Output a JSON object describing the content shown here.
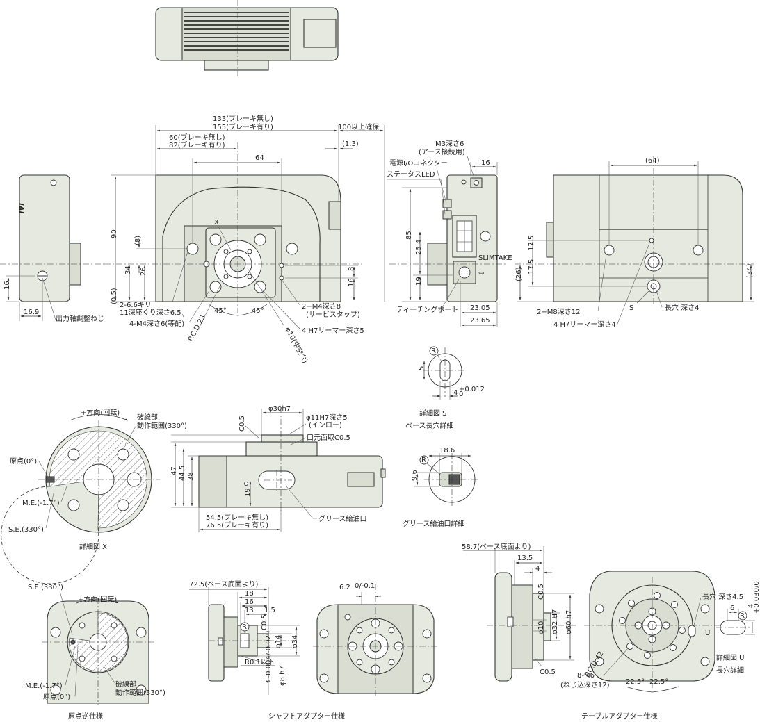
{
  "dims_main": {
    "overall_no_brake": "133(ブレーキ無し)",
    "overall_brake": "155(ブレーキ有り)",
    "clearance": "100以上確保",
    "d60": "60(ブレーキ無し)",
    "d82": "82(ブレーキ有り)",
    "d1_3": "(1.3)",
    "d64": "64",
    "d90": "90",
    "d8a": "(8)",
    "d34": "34",
    "d26": "26",
    "d0_5": "(0.5)",
    "d8b": "8",
    "d16": "16",
    "deg45a": "45°",
    "deg45b": "45°",
    "pcd23": "P.C.D.23",
    "ret_x": "X"
  },
  "notes_main": {
    "n_66": "2-6.6キリ",
    "n_11": "11深座ぐり深さ6.5",
    "n_m4_6": "4-M4深さ6(等配)",
    "n_m4_8": "2−M4深さ8",
    "n_service": "(サービスタップ)",
    "n_reamer5": "4 H7リーマー深さ5",
    "n_bore": "φ10(中空穴)"
  },
  "left_view": {
    "logo": "IAI",
    "d16": "16",
    "d16_9": "16.9",
    "note": "出力軸調整ねじ"
  },
  "side_view": {
    "m3": "M3深さ6",
    "m3_sub": "(アース接続用)",
    "d16": "16",
    "conn": "電源I/Oコネクター",
    "led": "ステータスLED",
    "d85": "85",
    "d25_4": "25.4",
    "d19": "19",
    "teach": "ティーチングポート",
    "d23_05": "23.05",
    "d23_65": "23.65",
    "logo": "SLIMTAKE"
  },
  "right_view": {
    "d64": "(64)",
    "d17_5a": "17.5",
    "d17_5b": "17.5",
    "d26": "(26)",
    "d34": "(34)",
    "m8": "2−M8深さ12",
    "slot": "長穴 深さ4",
    "reamer": "4 H7リーマー深さ4",
    "s": "S"
  },
  "detail_s": {
    "r": "R",
    "d5": "5",
    "d4": "4",
    "tol_up": "+0.012",
    "tol_lo": "0",
    "title1": "詳細図 S",
    "title2": "ベース長穴詳細"
  },
  "detail_x": {
    "dir": "+方向(回転)",
    "range1": "破線部",
    "range2": "動作範囲(330°)",
    "origin": "原点(0°)",
    "me": "M.E.(-1.7°)",
    "se": "S.E.(330°)",
    "title": "詳細図 X"
  },
  "mid_view": {
    "phi30": "φ30h7",
    "c05": "C0.5",
    "phi11": "φ11H7深さ5",
    "inlow": "(インロー)",
    "chamfer": "口元面取C0.5",
    "d47": "47",
    "d44_5": "44.5",
    "d38": "38",
    "d19": "19",
    "d54_5": "54.5(ブレーキ無し)",
    "d76_5": "76.5(ブレーキ有り)",
    "grease": "グリース給油口"
  },
  "detail_grease": {
    "r": "R",
    "d18_6": "18.6",
    "d9_6": "9.6",
    "title": "グリース給油口詳細"
  },
  "reverse_origin": {
    "se": "S.E.(330°)",
    "dir": "+方向(回転)",
    "me": "M.E.(-1.7°)",
    "origin": "原点(0°)",
    "range1": "破線部",
    "range2": "動作範囲(330°)",
    "title": "原点逆仕様"
  },
  "shaft_adapter": {
    "d72_5": "72.5(ベース底面より)",
    "d18": "18",
    "d16": "16",
    "d13": "13",
    "d1_5": "1.5",
    "r": "R",
    "c05": "C0.5",
    "phi14": "φ14",
    "phi34": "φ34",
    "r01": "R0.1以下",
    "key": "3 -0.004/-0.029",
    "phi8": "φ8 h7",
    "d6_2": "6.2",
    "d6_2_tol": "0/-0.1",
    "title": "シャフトアダプター仕様"
  },
  "table_adapter": {
    "d58_7": "58.7(ベース底面より)",
    "d13_5": "13.5",
    "d4": "4",
    "c05a": "C0.5",
    "c05b": "C0.5",
    "phi32": "φ32 H7",
    "phi60": "φ60 h7",
    "phi10": "φ10",
    "m6": "8-M6",
    "m6_sub": "(ねじ込深さ12)",
    "pcd": "P.C.D.42",
    "deg1": "22.5°",
    "deg2": "22.5°",
    "slot": "長穴 深さ4.5",
    "d6": "6",
    "r": "R",
    "tol": "+0.030/0",
    "u": "U",
    "title1": "詳細図 U",
    "title2": "長穴詳細",
    "title": "テーブルアダプター仕様"
  }
}
